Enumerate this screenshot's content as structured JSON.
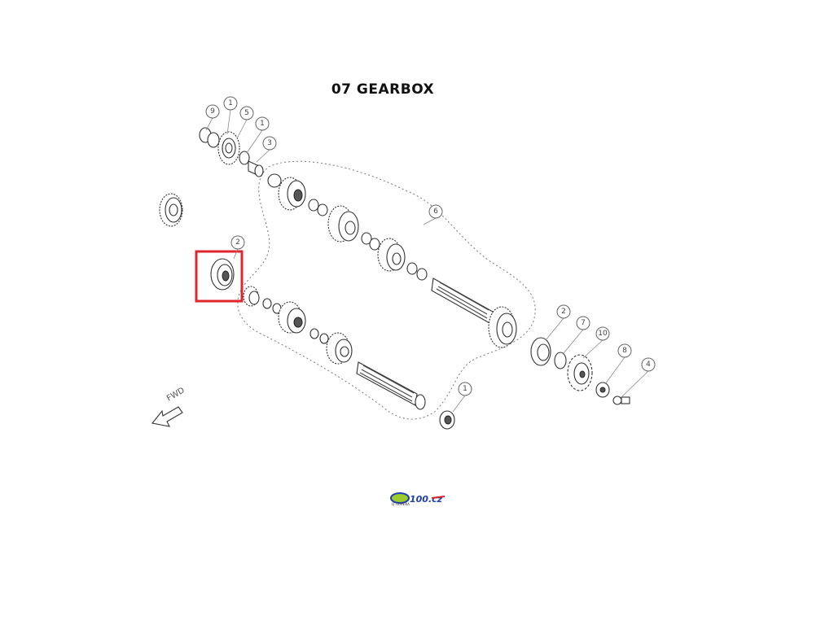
{
  "title": "07 GEARBOX",
  "direction_label": "FWD",
  "callouts": [
    "9",
    "1",
    "5",
    "1",
    "3",
    "6",
    "2",
    "2",
    "7",
    "10",
    "8",
    "4",
    "1"
  ],
  "logo": {
    "text": "100.cz",
    "tagline": "Q TEHNIKA"
  },
  "colors": {
    "highlight": "#e0262c",
    "lines": "#444444",
    "logo_blue": "#1f3fb0",
    "logo_green": "#9ccb2b",
    "logo_red": "#d8232a"
  }
}
